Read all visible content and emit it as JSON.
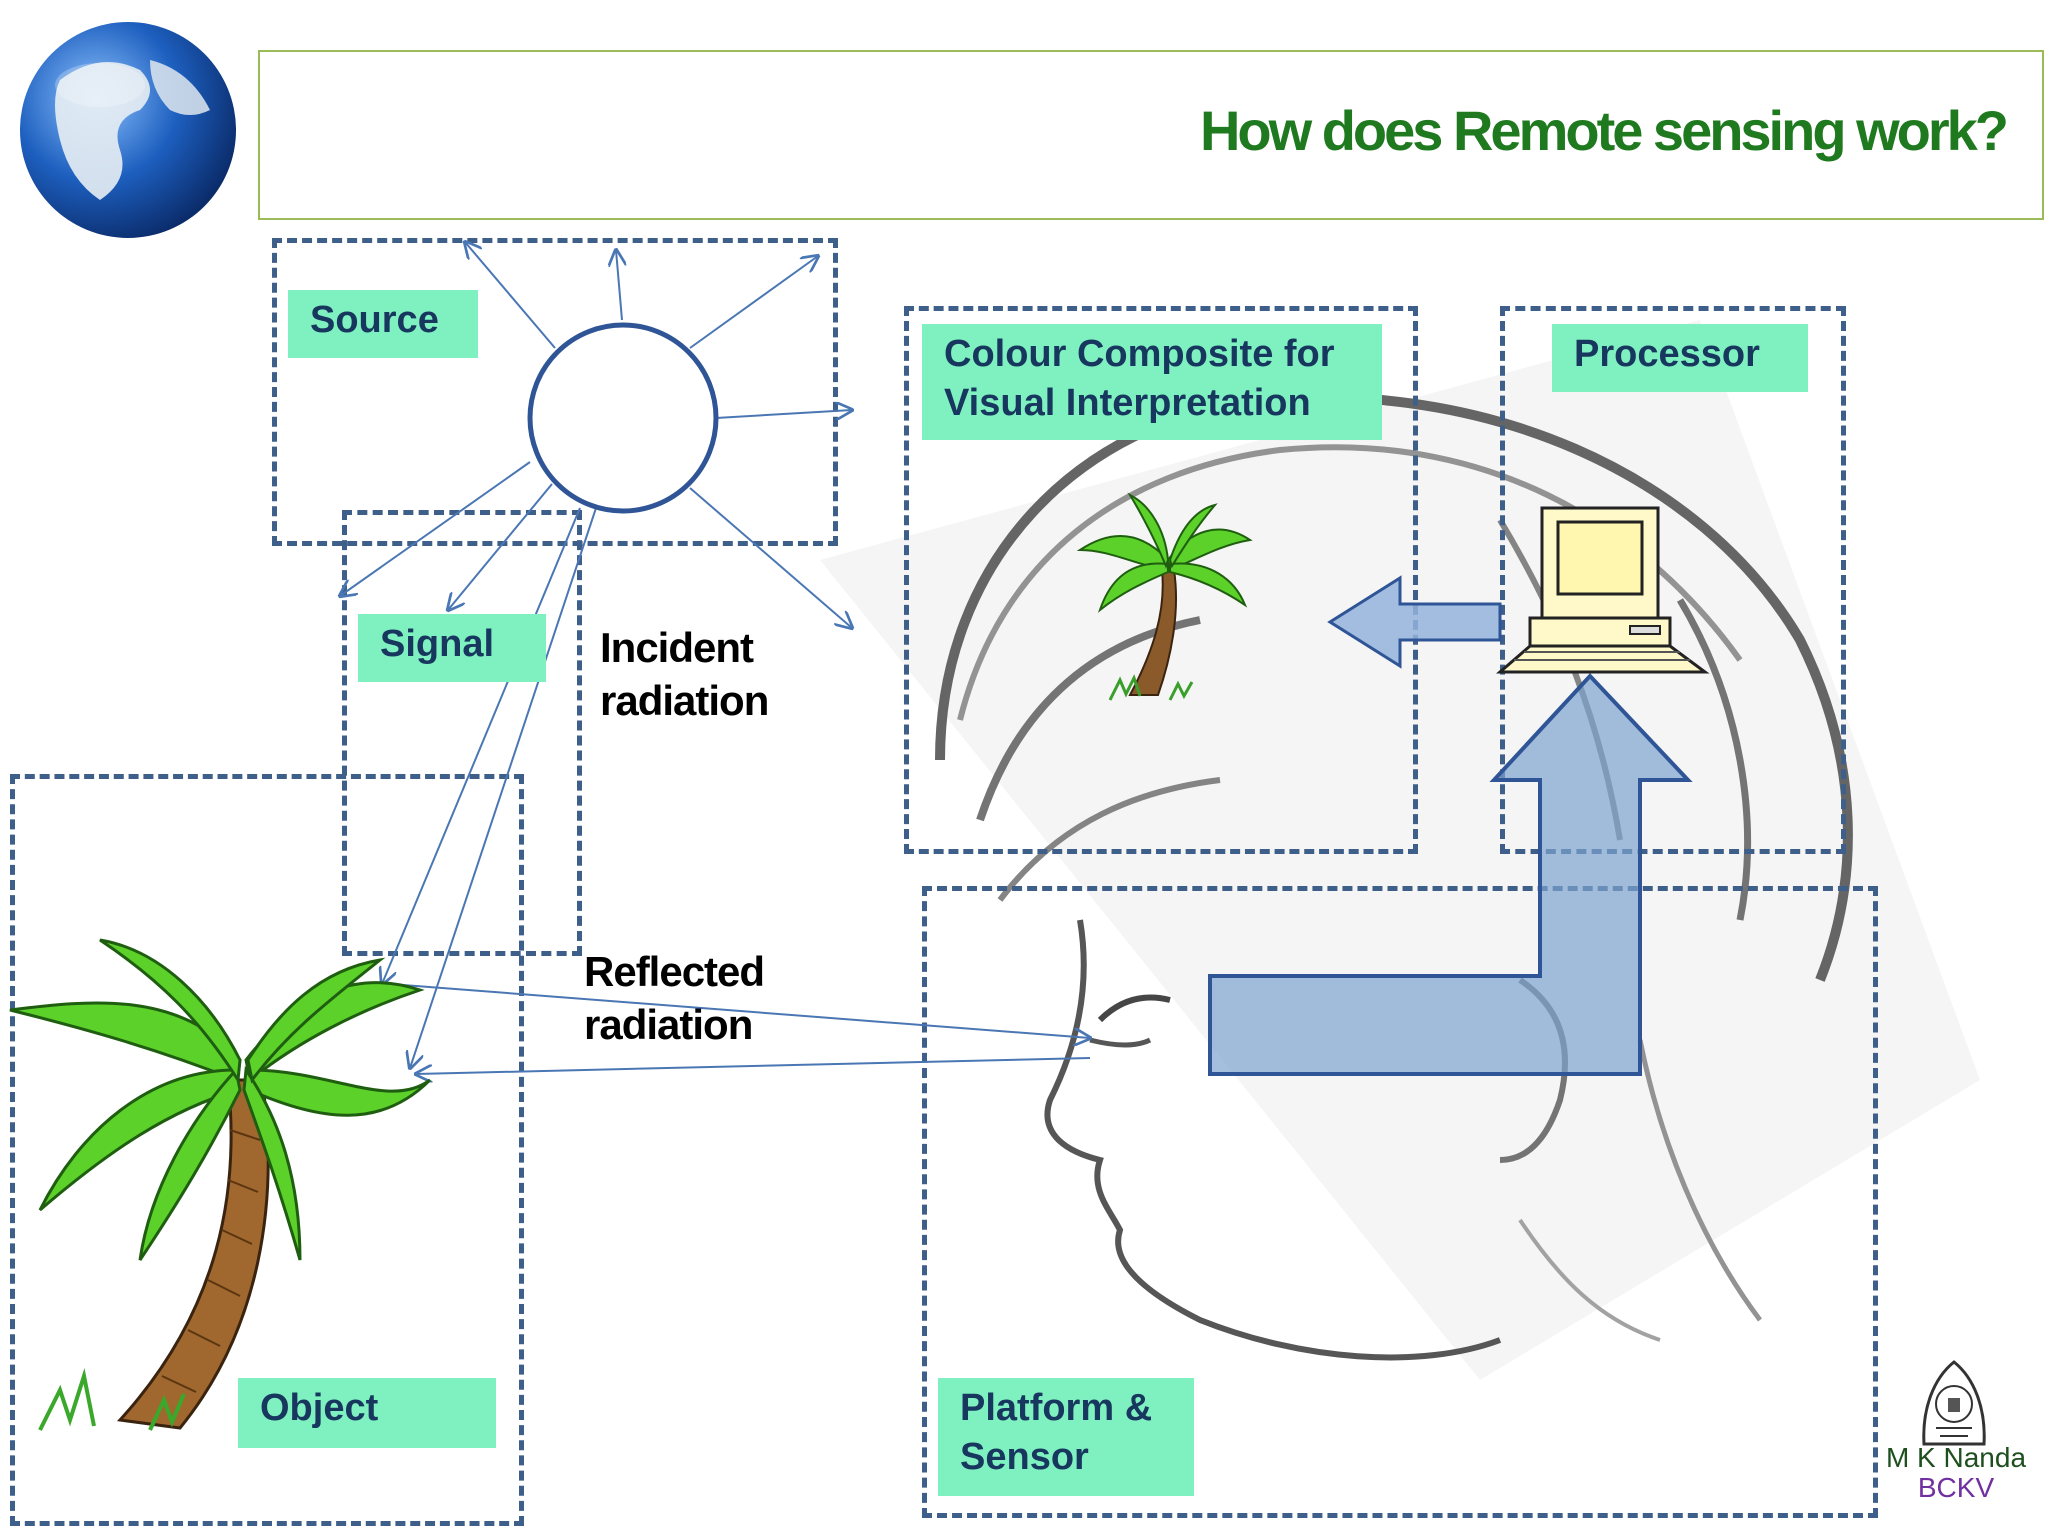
{
  "title": "How does Remote sensing work?",
  "labels": {
    "source": "Source",
    "signal": "Signal",
    "object": "Object",
    "colour_composite": "Colour Composite for Visual Interpretation",
    "processor": "Processor",
    "platform_sensor": "Platform & Sensor"
  },
  "annotations": {
    "incident": "Incident radiation",
    "reflected": "Reflected radiation"
  },
  "credit": {
    "author": "M K Nanda",
    "institution": "BCKV"
  },
  "colors": {
    "title": "#1f7a1f",
    "label_bg": "#7ff0c0",
    "label_text": "#17375e",
    "dashed_border": "#3e5f8a",
    "arrow_line": "#4a77b4",
    "flow_arrow": "#7ea3cf"
  }
}
